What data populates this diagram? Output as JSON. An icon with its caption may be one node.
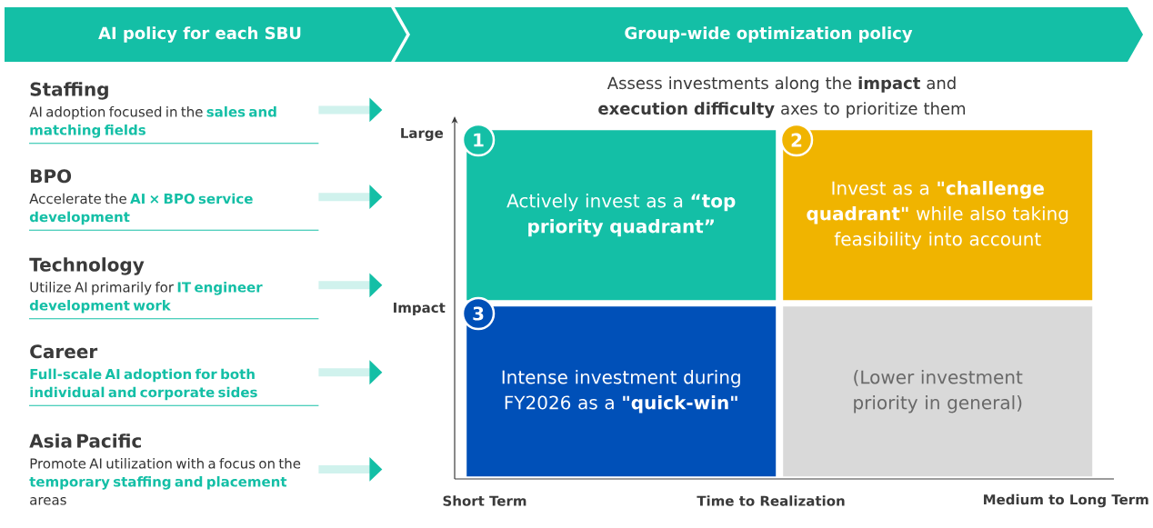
{
  "diagram": {
    "nodes": [
      {
        "text": [
          "AI policy for each SBU"
        ]
      },
      {
        "text": [
          "Group-wide optimization policy"
        ]
      },
      {
        "text": [
          "Staffing",
          "AI adoption focused in the **sales and matching fields**"
        ]
      },
      {
        "text": [
          "BPO",
          "Accelerate the **AI × BPO service development**"
        ]
      },
      {
        "text": [
          "Technology",
          "Utilize AI primarily for **IT engineer development work**"
        ]
      },
      {
        "text": [
          "Career",
          "**Full-scale AI adoption for both individual and corporate sides**"
        ]
      },
      {
        "text": [
          "Asia Pacific",
          "Promote AI utilization with a focus on the **temporary staffing and placement** areas"
        ]
      },
      {
        "text": [
          "Actively invest as a **“top priority quadrant”**"
        ]
      },
      {
        "text": [
          "Invest as a **\"challenge quadrant\"** while also taking feasibility into account"
        ]
      },
      {
        "text": [
          "Intense investment during FY2026 as a **\"quick-win\"**"
        ]
      },
      {
        "text": [
          "(Lower investment priority in general)"
        ]
      },
      {
        "text": [
          "1"
        ]
      },
      {
        "text": [
          "2"
        ]
      },
      {
        "text": [
          "3"
        ]
      }
    ],
    "edges": [
      {
        "from": 2,
        "to": null,
        "arrow": "to"
      },
      {
        "from": 3,
        "to": null,
        "arrow": "to"
      },
      {
        "from": 4,
        "to": null,
        "arrow": "to"
      },
      {
        "from": 5,
        "to": null,
        "arrow": "to"
      },
      {
        "from": 6,
        "to": null,
        "arrow": "to"
      }
    ],
    "labels": [
      "Assess investments along the **impact** and **execution difficulty** axes to prioritize them",
      "Large",
      "Impact",
      "Short Term",
      "Time to Realization",
      "Medium to Long Term"
    ]
  }
}
